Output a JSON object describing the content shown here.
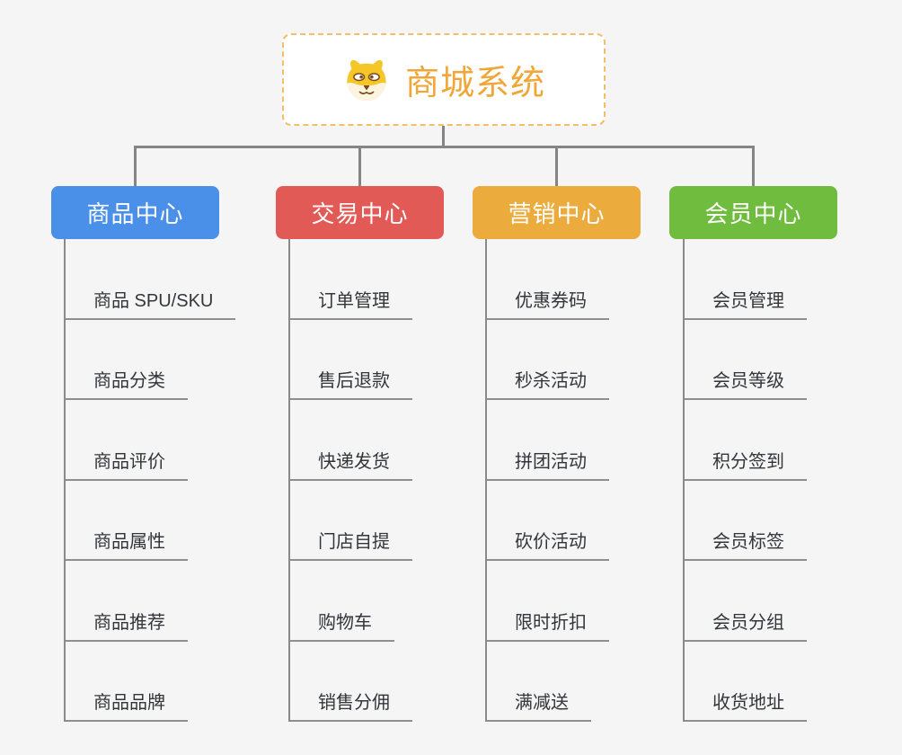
{
  "canvas": {
    "background": "#f5f5f5",
    "connector_color": "#858585",
    "underline_color": "#8f8f8f",
    "leaf_text_color": "#32353a"
  },
  "root": {
    "title": "商城系统",
    "icon": "dog-face",
    "text_color": "#f0a739",
    "border_color": "#f2be67",
    "background": "#ffffff"
  },
  "branches": [
    {
      "label": "商品中心",
      "color": "#4a8fe8",
      "items": [
        "商品 SPU/SKU",
        "商品分类",
        "商品评价",
        "商品属性",
        "商品推荐",
        "商品品牌"
      ]
    },
    {
      "label": "交易中心",
      "color": "#e25a56",
      "items": [
        "订单管理",
        "售后退款",
        "快递发货",
        "门店自提",
        "购物车",
        "销售分佣"
      ]
    },
    {
      "label": "营销中心",
      "color": "#ecab3d",
      "items": [
        "优惠券码",
        "秒杀活动",
        "拼团活动",
        "砍价活动",
        "限时折扣",
        "满减送"
      ]
    },
    {
      "label": "会员中心",
      "color": "#6fbc3f",
      "items": [
        "会员管理",
        "会员等级",
        "积分签到",
        "会员标签",
        "会员分组",
        "收货地址"
      ]
    }
  ]
}
